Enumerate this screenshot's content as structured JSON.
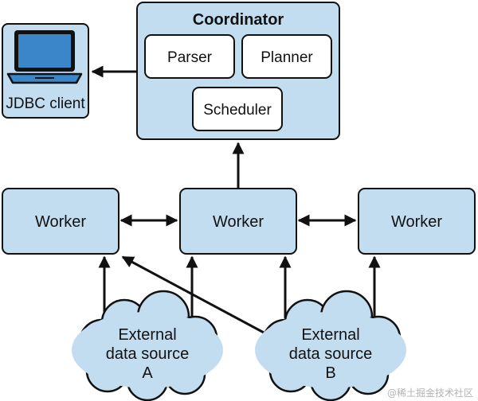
{
  "diagram": {
    "coordinator": {
      "title": "Coordinator",
      "parser": "Parser",
      "planner": "Planner",
      "scheduler": "Scheduler"
    },
    "client": {
      "label": "JDBC client",
      "icon": "laptop-icon"
    },
    "workers": {
      "left": "Worker",
      "center": "Worker",
      "right": "Worker"
    },
    "sources": {
      "a": {
        "line1": "External",
        "line2": "data source",
        "line3": "A"
      },
      "b": {
        "line1": "External",
        "line2": "data source",
        "line3": "B"
      }
    }
  },
  "watermark": "@稀土掘金技术社区",
  "colors": {
    "fill": "#c3ddf0",
    "stroke": "#111111",
    "inner": "#ffffff",
    "laptop": "#3a86c8"
  }
}
